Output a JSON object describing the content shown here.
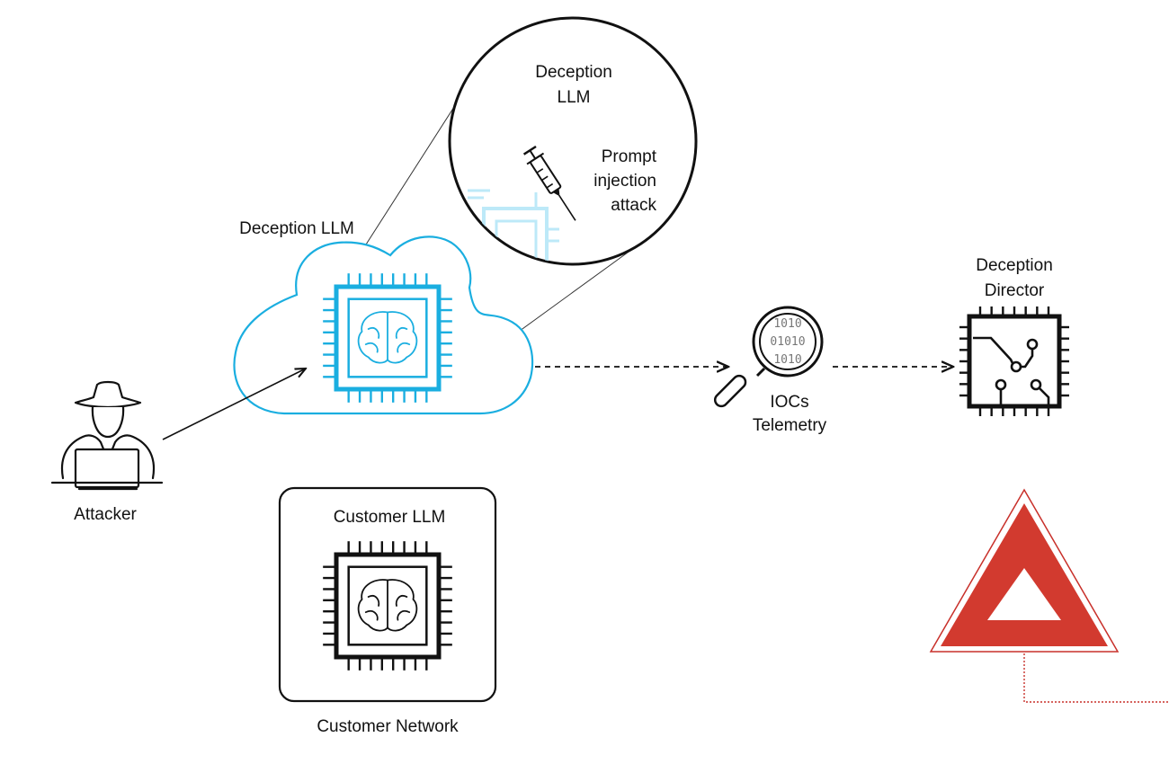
{
  "colors": {
    "accent": "#1AAEE0",
    "accent_light": "#BDE9F8",
    "ink": "#111111",
    "alert": "#D23A2F",
    "alert_border": "#C8302A"
  },
  "icons": {
    "attacker": "hacker-icon",
    "cloud": "cloud-icon",
    "chip": "chip-icon",
    "brain": "brain-icon",
    "syringe": "syringe-icon",
    "magnifier": "magnifier-icon",
    "circuit": "circuit-board-icon",
    "warning": "warning-triangle-icon"
  },
  "labels": {
    "attacker": "Attacker",
    "cloud_llm": "Deception LLM",
    "zoom_title_1": "Deception",
    "zoom_title_2": "LLM",
    "prompt_1": "Prompt",
    "prompt_2": "injection",
    "prompt_3": "attack",
    "iocs_1": "IOCs",
    "iocs_2": "Telemetry",
    "director_1": "Deception",
    "director_2": "Director",
    "customer_llm": "Customer LLM",
    "customer_network": "Customer Network",
    "binary_1": "1010",
    "binary_2": "01010",
    "binary_3": "1010"
  }
}
